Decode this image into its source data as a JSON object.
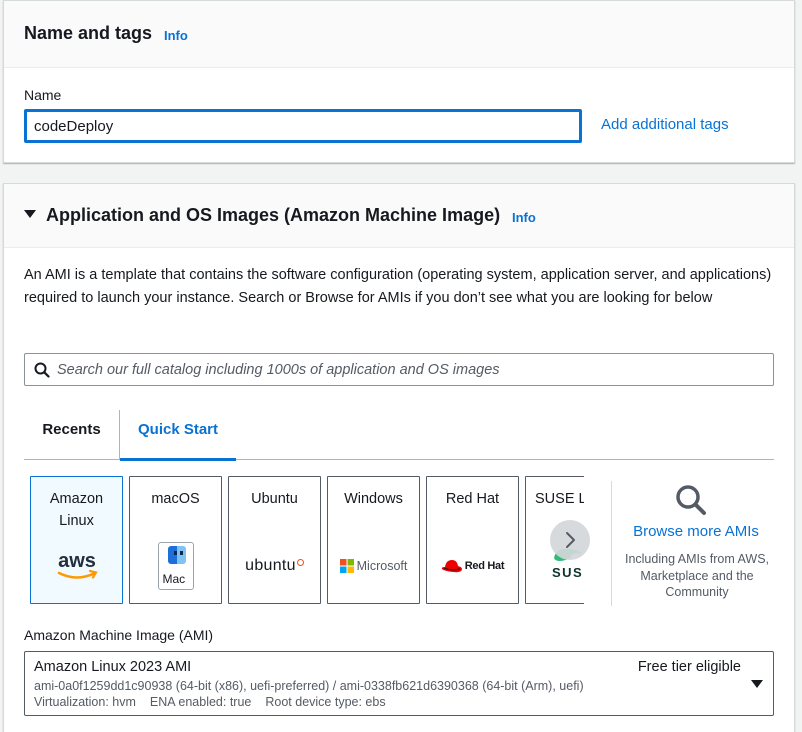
{
  "name_tags": {
    "title": "Name and tags",
    "info": "Info",
    "name_label": "Name",
    "name_value": "codeDeploy",
    "add_tags_link": "Add additional tags"
  },
  "ami_section": {
    "title": "Application and OS Images (Amazon Machine Image)",
    "info": "Info",
    "description": "An AMI is a template that contains the software configuration (operating system, application server, and applications) required to launch your instance. Search or Browse for AMIs if you don’t see what you are looking for below",
    "search_placeholder": "Search our full catalog including 1000s of application and OS images",
    "tabs": [
      {
        "label": "Recents",
        "selected": false
      },
      {
        "label": "Quick Start",
        "selected": true
      }
    ],
    "tiles": [
      {
        "name": "Amazon Linux",
        "logo": "aws-logo",
        "selected": true
      },
      {
        "name": "macOS",
        "logo": "mac-finder-logo",
        "logo_text": "Mac",
        "selected": false
      },
      {
        "name": "Ubuntu",
        "logo": "ubuntu-logo",
        "logo_text": "ubuntu",
        "selected": false
      },
      {
        "name": "Windows",
        "logo": "microsoft-logo",
        "logo_text": "Microsoft",
        "selected": false
      },
      {
        "name": "Red Hat",
        "logo": "redhat-logo",
        "logo_text": "Red Hat",
        "selected": false
      },
      {
        "name": "SUSE Li",
        "logo": "suse-logo",
        "logo_text": "SUS",
        "selected": false
      }
    ],
    "logo_texts": {
      "aws": "aws"
    },
    "browse_more": {
      "link": "Browse more AMIs",
      "subtext": "Including AMIs from AWS, Marketplace and the Community"
    },
    "ami_label": "Amazon Machine Image (AMI)",
    "selected_ami": {
      "name": "Amazon Linux 2023 AMI",
      "badge": "Free tier eligible",
      "ids": "ami-0a0f1259dd1c90938 (64-bit (x86), uefi-preferred) / ami-0338fb621d6390368 (64-bit (Arm), uefi)",
      "virtualization": "Virtualization: hvm",
      "ena": "ENA enabled: true",
      "root_device": "Root device type: ebs"
    }
  },
  "colors": {
    "accent": "#0972d3",
    "text": "#16191f",
    "muted": "#545b64",
    "background": "#f2f3f3",
    "selected_tile_bg": "#f1faff",
    "aws_orange": "#ff9900",
    "ubuntu_orange": "#e95420",
    "redhat_red": "#ee0000",
    "suse_green": "#30ba78"
  }
}
